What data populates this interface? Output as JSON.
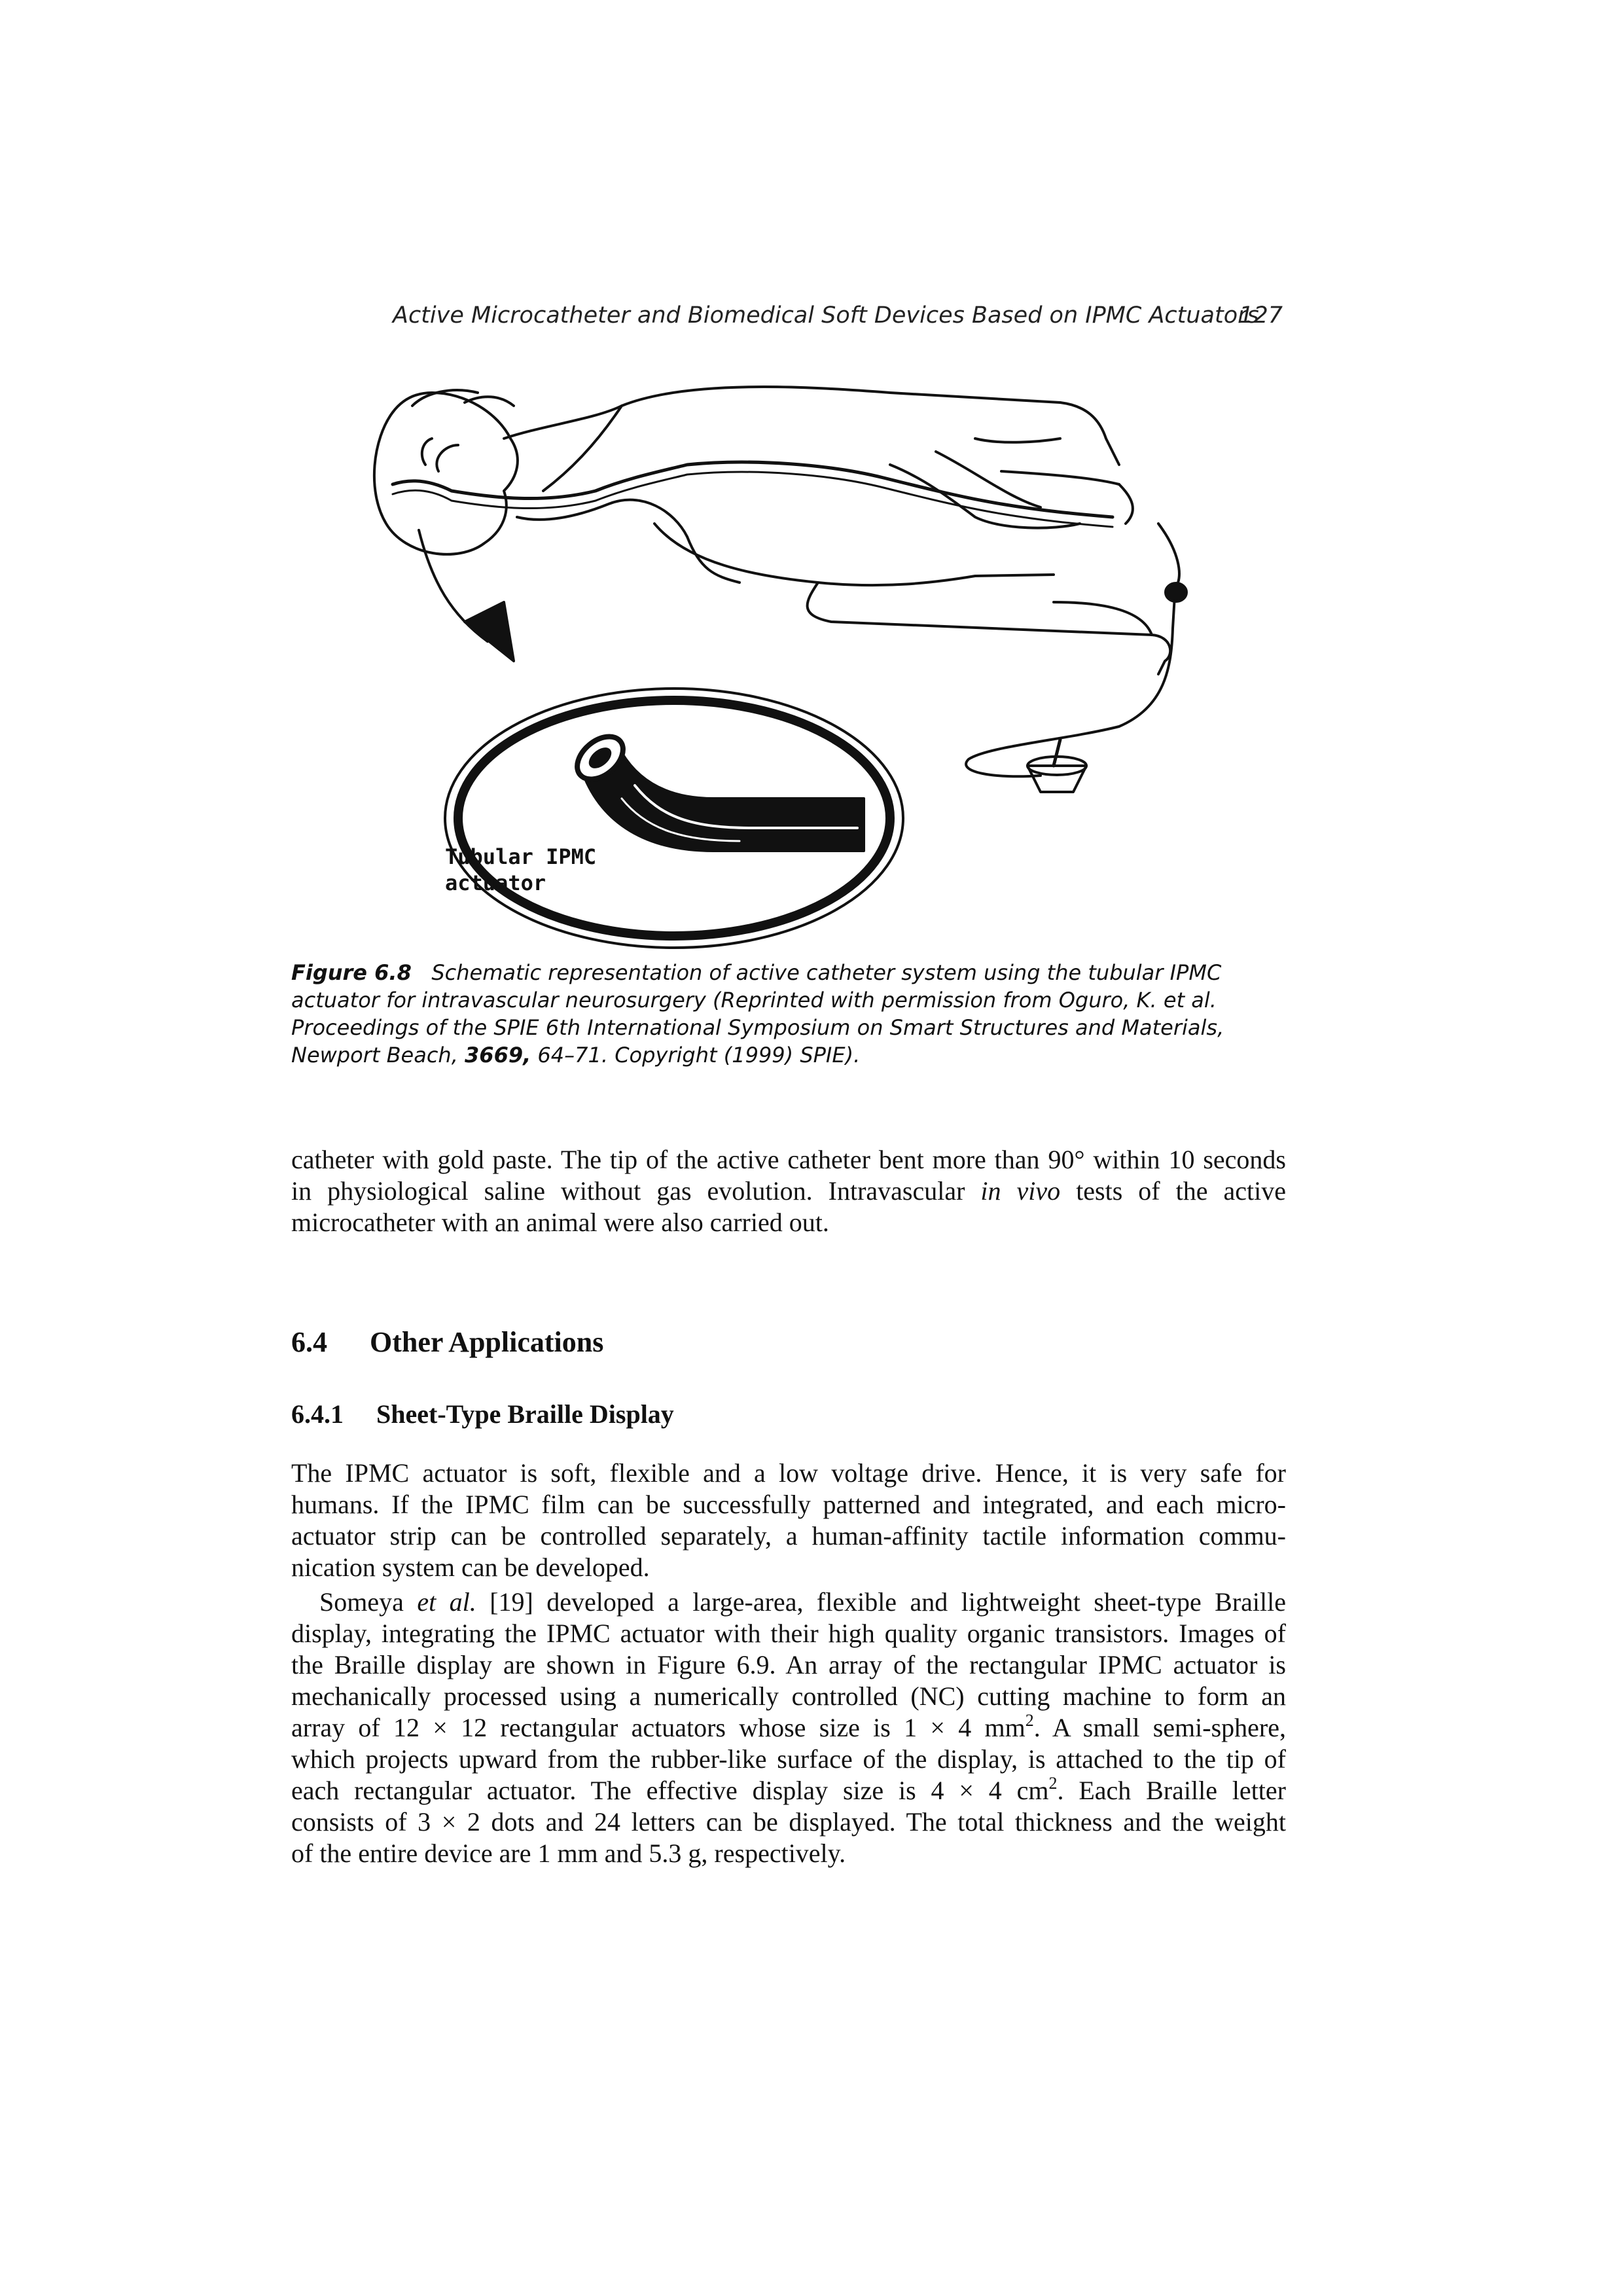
{
  "header": {
    "running_title": "Active Microcatheter and Biomedical Soft Devices Based on IPMC Actuators",
    "page_number": "127"
  },
  "figure": {
    "inset_label_line1": "Tubular IPMC",
    "inset_label_line2": "actuator",
    "caption_label": "Figure 6.8",
    "caption_text": "Schematic representation of active catheter system using the tubular IPMC actuator for intravascular neurosurgery (Reprinted with permission from Oguro, K. et al. Proceedings of the SPIE 6th International Symposium on Smart Structures and Materials, Newport Beach,",
    "caption_volume": "3669,",
    "caption_tail": "64–71. Copyright (1999) SPIE)."
  },
  "paragraph1": {
    "line1": "catheter with gold paste. The tip of the active catheter bent more than 90° within 10 seconds",
    "line2a": "in physiological saline without gas evolution. Intravascular",
    "line2_italic": "in vivo",
    "line2b": "tests of the active",
    "line3": "microcatheter with an animal were also carried out."
  },
  "section": {
    "number": "6.4",
    "title": "Other Applications"
  },
  "subsection": {
    "number": "6.4.1",
    "title": "Sheet-Type Braille Display"
  },
  "paragraph2": {
    "line1": "The IPMC actuator is soft, flexible and a low voltage drive. Hence, it is very safe for",
    "line2": "humans. If the IPMC film can be successfully patterned and integrated, and each micro-",
    "line3": "actuator strip can be controlled separately, a human-affinity tactile information commu-",
    "line4": "nication system can be developed."
  },
  "paragraph3": {
    "line1a": "Someya",
    "line1_italic": "et al.",
    "line1b": "[19] developed a large-area, flexible and lightweight sheet-type Braille",
    "line2": "display, integrating the IPMC actuator with their high quality organic transistors. Images of",
    "line3": "the Braille display are shown in Figure 6.9. An array of the rectangular IPMC actuator is",
    "line4": "mechanically processed using a numerically controlled (NC) cutting machine to form an",
    "line5a": "array of 12 × 12 rectangular actuators whose size is 1 × 4 mm",
    "line5_sup": "2",
    "line5b": ". A small semi-sphere,",
    "line6": "which projects upward from the rubber-like surface of the display, is attached to the tip of",
    "line7a": "each rectangular actuator. The effective display size is 4 × 4 cm",
    "line7_sup": "2",
    "line7b": ". Each Braille letter",
    "line8": "consists of 3 × 2 dots and 24 letters can be displayed. The total thickness and the weight",
    "line9": "of the entire device are 1 mm and 5.3 g, respectively."
  }
}
